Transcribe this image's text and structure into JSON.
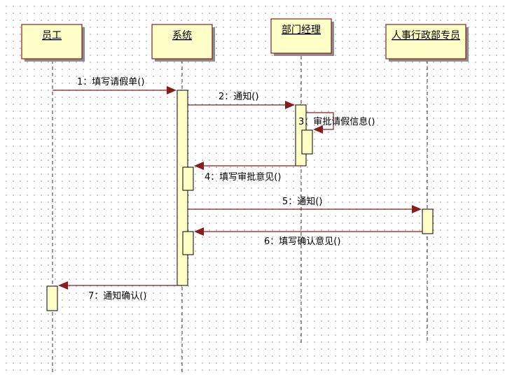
{
  "colors": {
    "object_fill": "#ffffc8",
    "object_border": "#8a1c1c",
    "message_arrow": "#8a1c1c",
    "activation_fill": "#ffffc8"
  },
  "objects": [
    {
      "id": "employee",
      "label": "员工"
    },
    {
      "id": "system",
      "label": "系统"
    },
    {
      "id": "dept-manager",
      "label": "部门经理"
    },
    {
      "id": "hr-specialist",
      "label": "人事行政部专员"
    }
  ],
  "messages": [
    {
      "seq": 1,
      "text": "1：填写请假单()",
      "from": "employee",
      "to": "system"
    },
    {
      "seq": 2,
      "text": "2：通知()",
      "from": "system",
      "to": "dept-manager"
    },
    {
      "seq": 3,
      "text": "3：审批请假信息()",
      "from": "dept-manager",
      "to": "dept-manager"
    },
    {
      "seq": 4,
      "text": "4：填写审批意见()",
      "from": "dept-manager",
      "to": "system"
    },
    {
      "seq": 5,
      "text": "5：通知()",
      "from": "system",
      "to": "hr-specialist"
    },
    {
      "seq": 6,
      "text": "6：填写确认意见()",
      "from": "hr-specialist",
      "to": "system"
    },
    {
      "seq": 7,
      "text": "7：通知确认()",
      "from": "system",
      "to": "employee"
    }
  ]
}
